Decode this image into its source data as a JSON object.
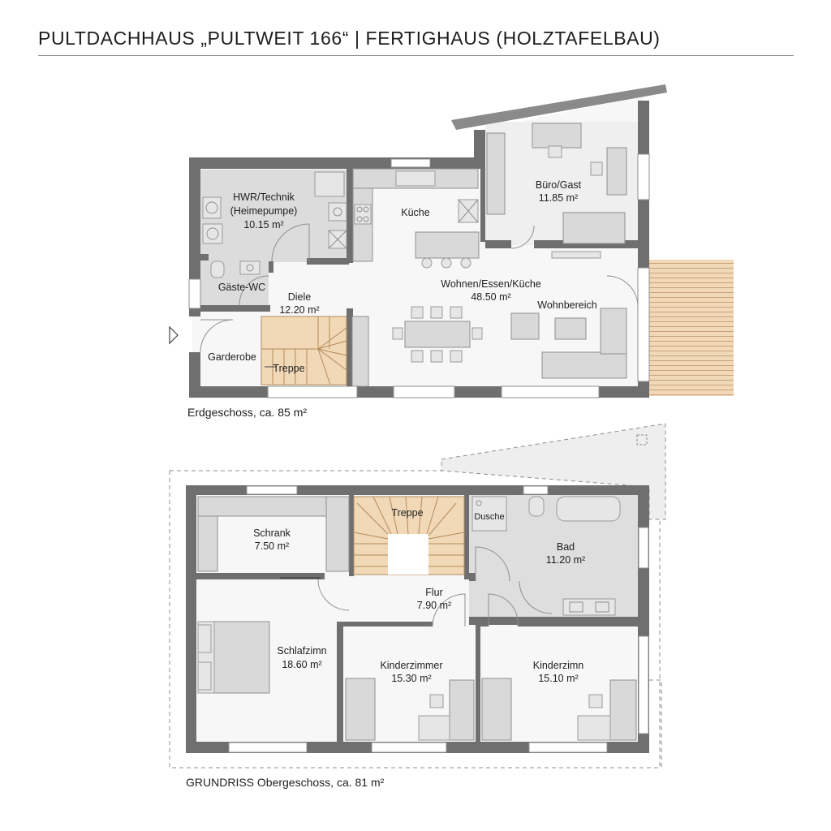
{
  "title": "PULTDACHHAUS „PULTWEIT 166“ | FERTIGHAUS (HOLZTAFELBAU)",
  "ground_floor": {
    "caption": "Erdgeschoss, ca. 85 m²",
    "rooms": {
      "hwr_name": "HWR/Technik",
      "hwr_sub": "(Heimepumpe)",
      "hwr_area": "10.15 m²",
      "kueche": "Küche",
      "buero_name": "Büro/Gast",
      "buero_area": "11.85 m²",
      "gaeste_wc": "Gäste-WC",
      "diele_name": "Diele",
      "diele_area": "12.20 m²",
      "wek_name": "Wohnen/Essen/Küche",
      "wek_area": "48.50 m²",
      "wohnbereich": "Wohnbereich",
      "garderobe": "Garderobe",
      "treppe": "Treppe"
    }
  },
  "upper_floor": {
    "caption": "GRUNDRISS Obergeschoss, ca. 81 m²",
    "rooms": {
      "schrank_name": "Schrank",
      "schrank_area": "7.50 m²",
      "treppe": "Treppe",
      "dusche": "Dusche",
      "bad_name": "Bad",
      "bad_area": "11.20 m²",
      "flur_name": "Flur",
      "flur_area": "7.90 m²",
      "schlaf_name": "Schlafzimn",
      "schlaf_area": "18.60 m²",
      "kind1_name": "Kinderzimmer",
      "kind1_area": "15.30 m²",
      "kind2_name": "Kinderzimn",
      "kind2_area": "15.10 m²"
    }
  }
}
